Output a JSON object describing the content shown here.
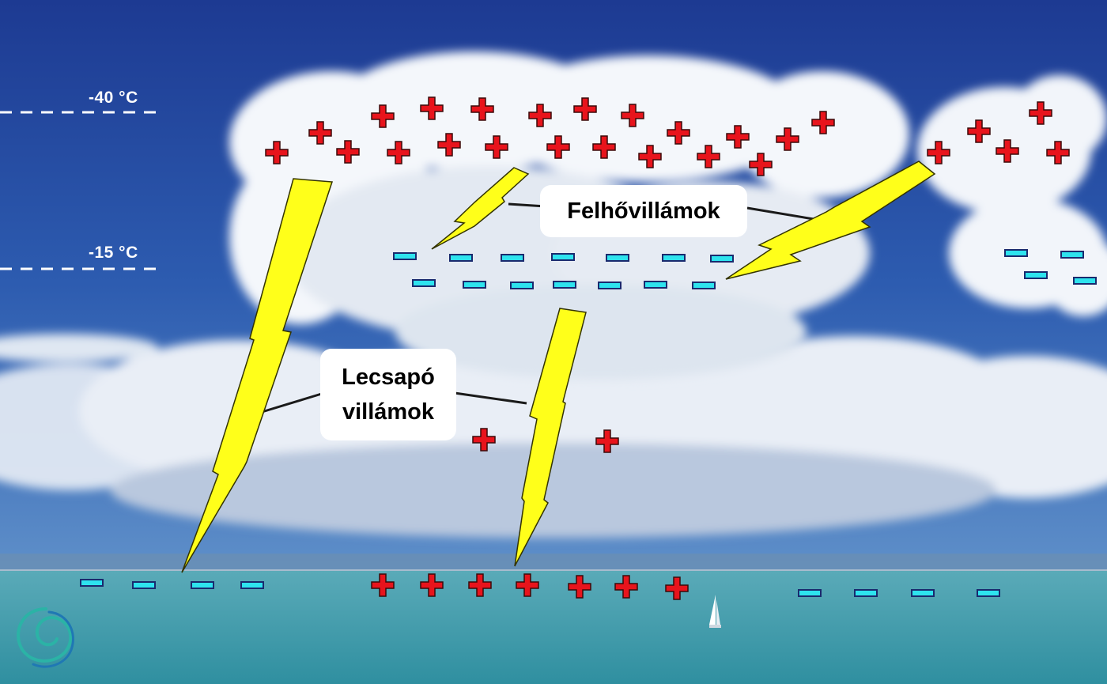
{
  "temperature_labels": {
    "top": "-40 °C",
    "middle": "-15 °C"
  },
  "callouts": {
    "cloud_lightning": "Felhővillámok",
    "ground_lightning_line1": "Lecsapó",
    "ground_lightning_line2": "villámok"
  },
  "colors": {
    "sky_top": "#1f3a8f",
    "sky_bottom": "#4a78c4",
    "sea": "#4aa3b0",
    "lightning": "#ffff1a",
    "positive_charge": "#e8141c",
    "negative_charge": "#2ee3ee"
  },
  "icons": {
    "positive": "plus-charge-icon",
    "negative": "minus-charge-icon",
    "logo": "spiral-logo-icon",
    "boat": "sailboat-icon"
  }
}
